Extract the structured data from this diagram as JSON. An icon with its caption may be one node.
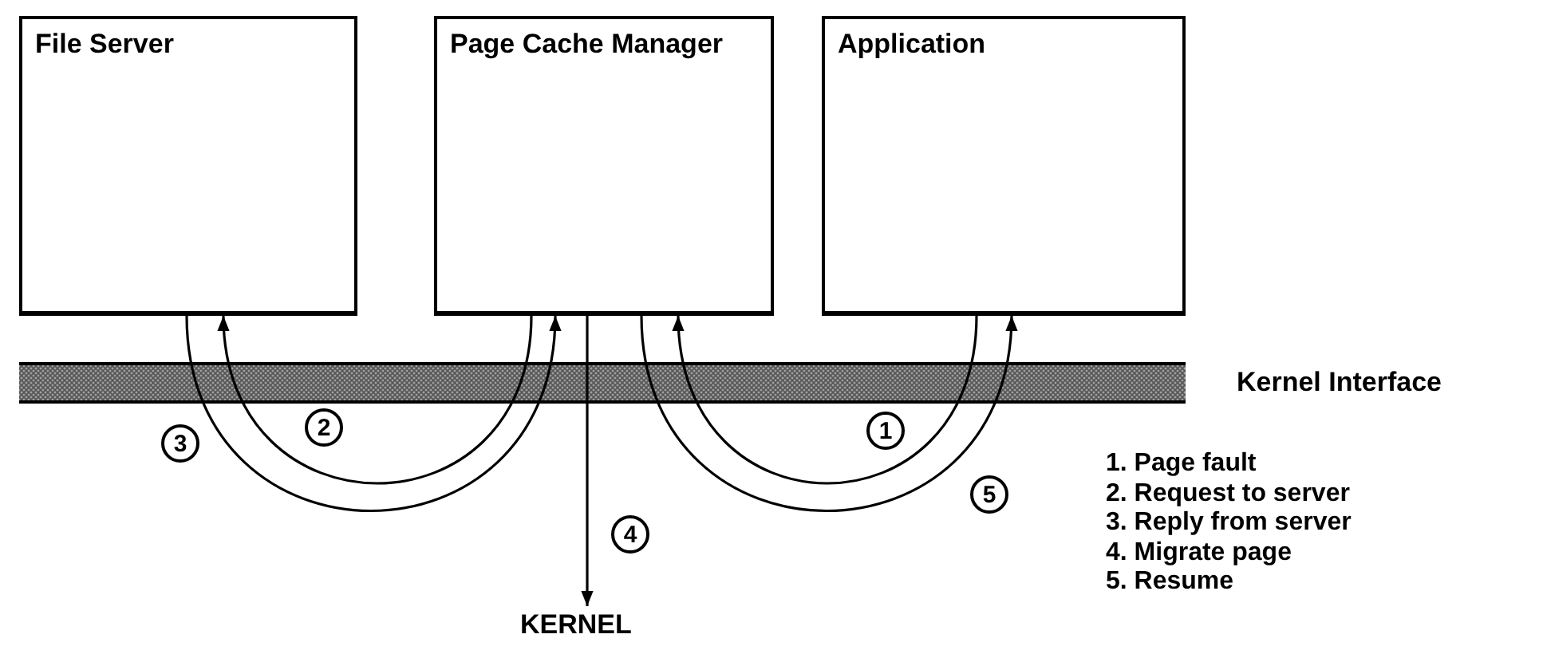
{
  "diagram": {
    "nodes": [
      {
        "text": [
          "File Server"
        ]
      },
      {
        "text": [
          "Page Cache Manager"
        ]
      },
      {
        "text": [
          "Application"
        ]
      },
      {
        "text": [
          "KERNEL"
        ]
      }
    ],
    "edges": [
      {
        "from": 2,
        "to": 1,
        "arrow": "to",
        "label": "1"
      },
      {
        "from": 1,
        "to": 0,
        "arrow": "to",
        "label": "2"
      },
      {
        "from": 0,
        "to": 1,
        "arrow": "to",
        "label": "3"
      },
      {
        "from": 1,
        "to": 3,
        "arrow": "to",
        "label": "4"
      },
      {
        "from": 1,
        "to": 2,
        "arrow": "to",
        "label": "5"
      }
    ],
    "labels": [
      "Kernel Interface",
      "1. Page fault",
      "2. Request to server",
      "3. Reply from server",
      "4. Migrate page",
      "5. Resume"
    ]
  }
}
